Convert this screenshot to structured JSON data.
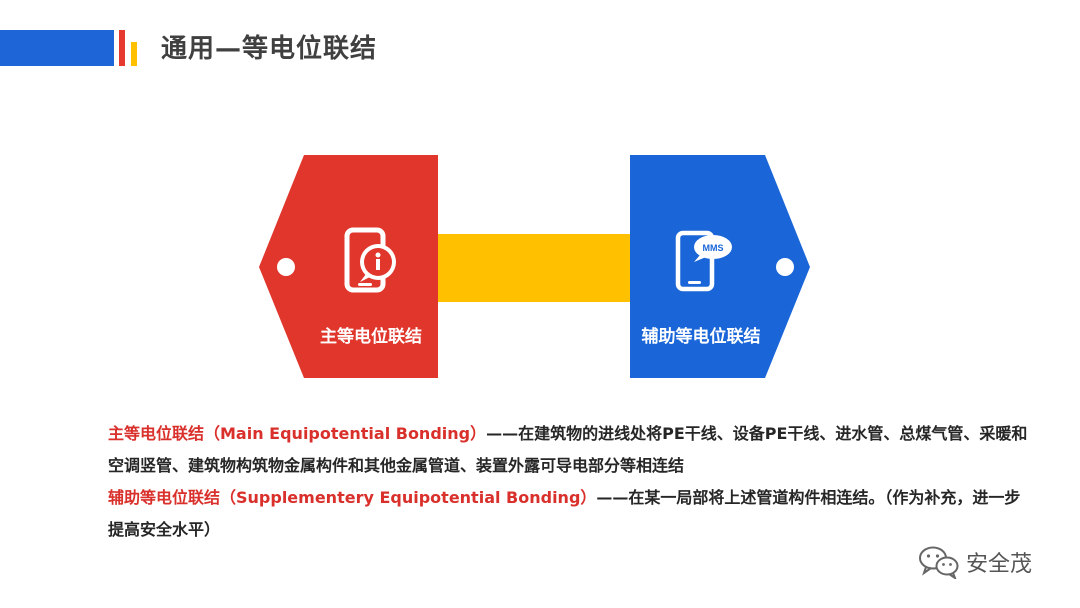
{
  "header": {
    "title": "通用—等电位联结"
  },
  "diagram": {
    "left_shape": {
      "label": "主等电位联结",
      "icon": "smartphone-info-icon",
      "color": "#e0362c"
    },
    "right_shape": {
      "label": "辅助等电位联结",
      "icon": "smartphone-mms-icon",
      "icon_badge": "MMS",
      "color": "#1a66d8"
    },
    "connector_color": "#ffc000"
  },
  "description": {
    "main_term": "主等电位联结（Main Equipotential Bonding）",
    "main_text": "——在建筑物的进线处将PE干线、设备PE干线、进水管、总煤气管、采暖和空调竖管、建筑物构筑物金属构件和其他金属管道、装置外露可导电部分等相连结",
    "supp_term": "辅助等电位联结（Supplementery Equipotential Bonding）",
    "supp_text": "——在某一局部将上述管道构件相连结。（作为补充，进一步提高安全水平）"
  },
  "watermark": {
    "icon": "wechat-icon",
    "text": "安全茂"
  }
}
